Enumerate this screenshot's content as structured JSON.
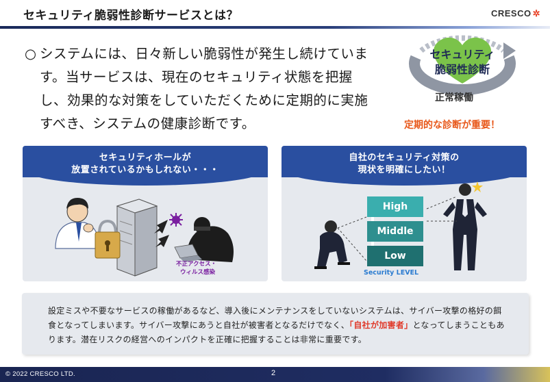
{
  "header": {
    "title": "セキュリティ脆弱性診断サービスとは？",
    "logo_text": "CRESCO",
    "logo_mark": "✲"
  },
  "intro": {
    "bullet": "○",
    "text": "システムには、日々新しい脆弱性が発生し続けています。当サービスは、現在のセキュリティ状態を把握し、効果的な対策をしていただくために定期的に実施すべき、システムの健康診断です。"
  },
  "emblem": {
    "line1": "セキュリティ",
    "line2": "脆弱性診断",
    "line3": "正常稼働",
    "important": "定期的な診断が重要！",
    "colors": {
      "heart": "#7bc34a",
      "ring": "#8f96a3",
      "text": "#1f2b55",
      "important": "#e8581a"
    }
  },
  "cards": {
    "left": {
      "title_l1": "セキュリティホールが",
      "title_l2": "放置されているかもしれない・・・",
      "label_l1": "不正アクセス・",
      "label_l2": "ウィルス感染"
    },
    "right": {
      "title_l1": "自社のセキュリティ対策の",
      "title_l2": "現状を明確にしたい！",
      "levels": [
        "High",
        "Middle",
        "Low"
      ],
      "axis_label": "Security LEVEL"
    }
  },
  "note": {
    "part1": "設定ミスや不要なサービスの稼働があるなど、導入後にメンテナンスをしていないシステムは、サイバー攻撃の格好の餌食となってしまいます。サイバー攻撃にあうと自社が被害者となるだけでなく、",
    "highlight": "「自社が加害者」",
    "part2": "となってしまうこともあります。潜在リスクの経営へのインパクトを正確に把握することは非常に重要です。"
  },
  "footer": {
    "copyright": "© 2022 CRESCO LTD.",
    "page": "2"
  },
  "colors": {
    "navy": "#1a2a5a",
    "ribbon": "#2a4fa0",
    "card_bg": "#e6e9ee",
    "highlight_red": "#e03a2a"
  }
}
